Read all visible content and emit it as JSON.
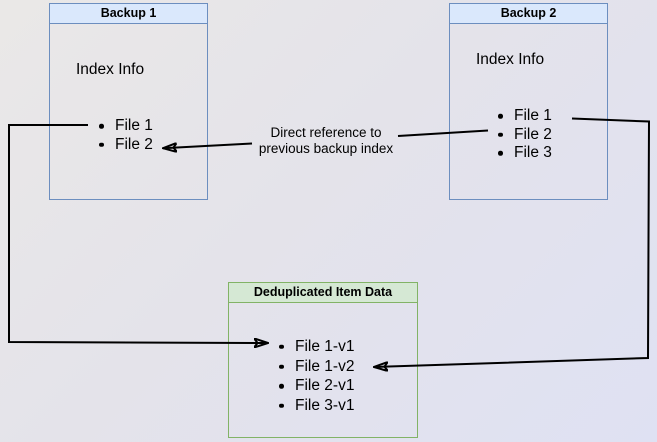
{
  "backup1": {
    "title": "Backup 1",
    "subtitle": "Index Info",
    "files": [
      "File 1",
      "File 2"
    ]
  },
  "backup2": {
    "title": "Backup 2",
    "subtitle": "Index Info",
    "files": [
      "File 1",
      "File 2",
      "File 3"
    ]
  },
  "dedup": {
    "title": "Deduplicated Item Data",
    "files": [
      "File 1-v1",
      "File 1-v2",
      "File 2-v1",
      "File 3-v1"
    ]
  },
  "labels": {
    "direct_reference": [
      "Direct reference to",
      "previous backup index"
    ]
  },
  "colors": {
    "blue_box_border": "#6c8ebf",
    "blue_box_header_fill": "#dae8fc",
    "green_box_border": "#82b366",
    "green_box_header_fill": "#d5e8d4",
    "connector": "#000000",
    "text": "#000000"
  }
}
